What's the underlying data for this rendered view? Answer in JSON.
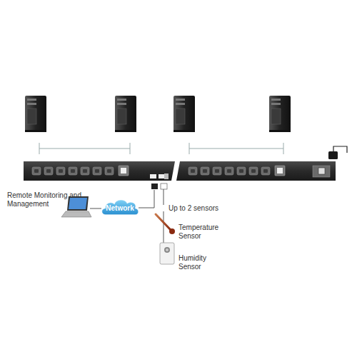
{
  "diagram": {
    "nodes": [
      {
        "text": [
          "Network"
        ]
      }
    ],
    "labels": [
      "Remote Monitoring and Management",
      "Up to 2 sensors",
      "Temperature Sensor",
      "Humidity Sensor"
    ]
  }
}
